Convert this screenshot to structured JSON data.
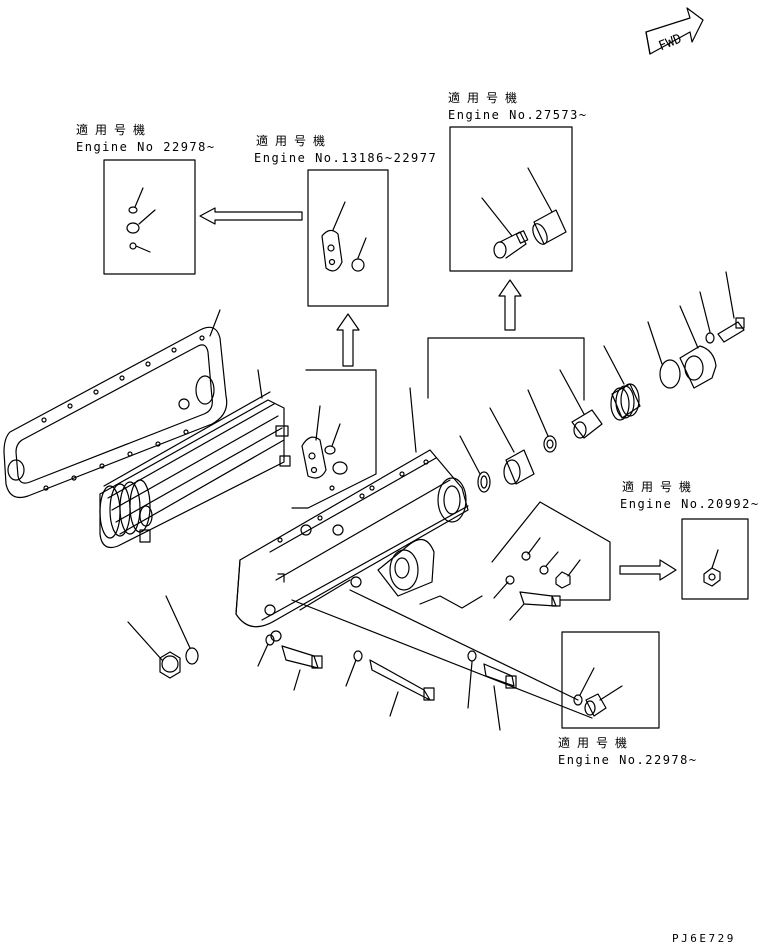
{
  "fwd": {
    "label": "FWD"
  },
  "callouts": {
    "top_left": {
      "line1": "適用号機",
      "line2": "Engine No 22978~"
    },
    "top_mid": {
      "line1": "適用号機",
      "line2": "Engine No.13186~22977"
    },
    "top_right": {
      "line1": "適用号機",
      "line2": "Engine No.27573~"
    },
    "right": {
      "line1": "適用号機",
      "line2": "Engine No.20992~"
    },
    "bottom_right": {
      "line1": "適用号機",
      "line2": "Engine No.22978~"
    }
  },
  "drawing_code": "PJ6E729"
}
